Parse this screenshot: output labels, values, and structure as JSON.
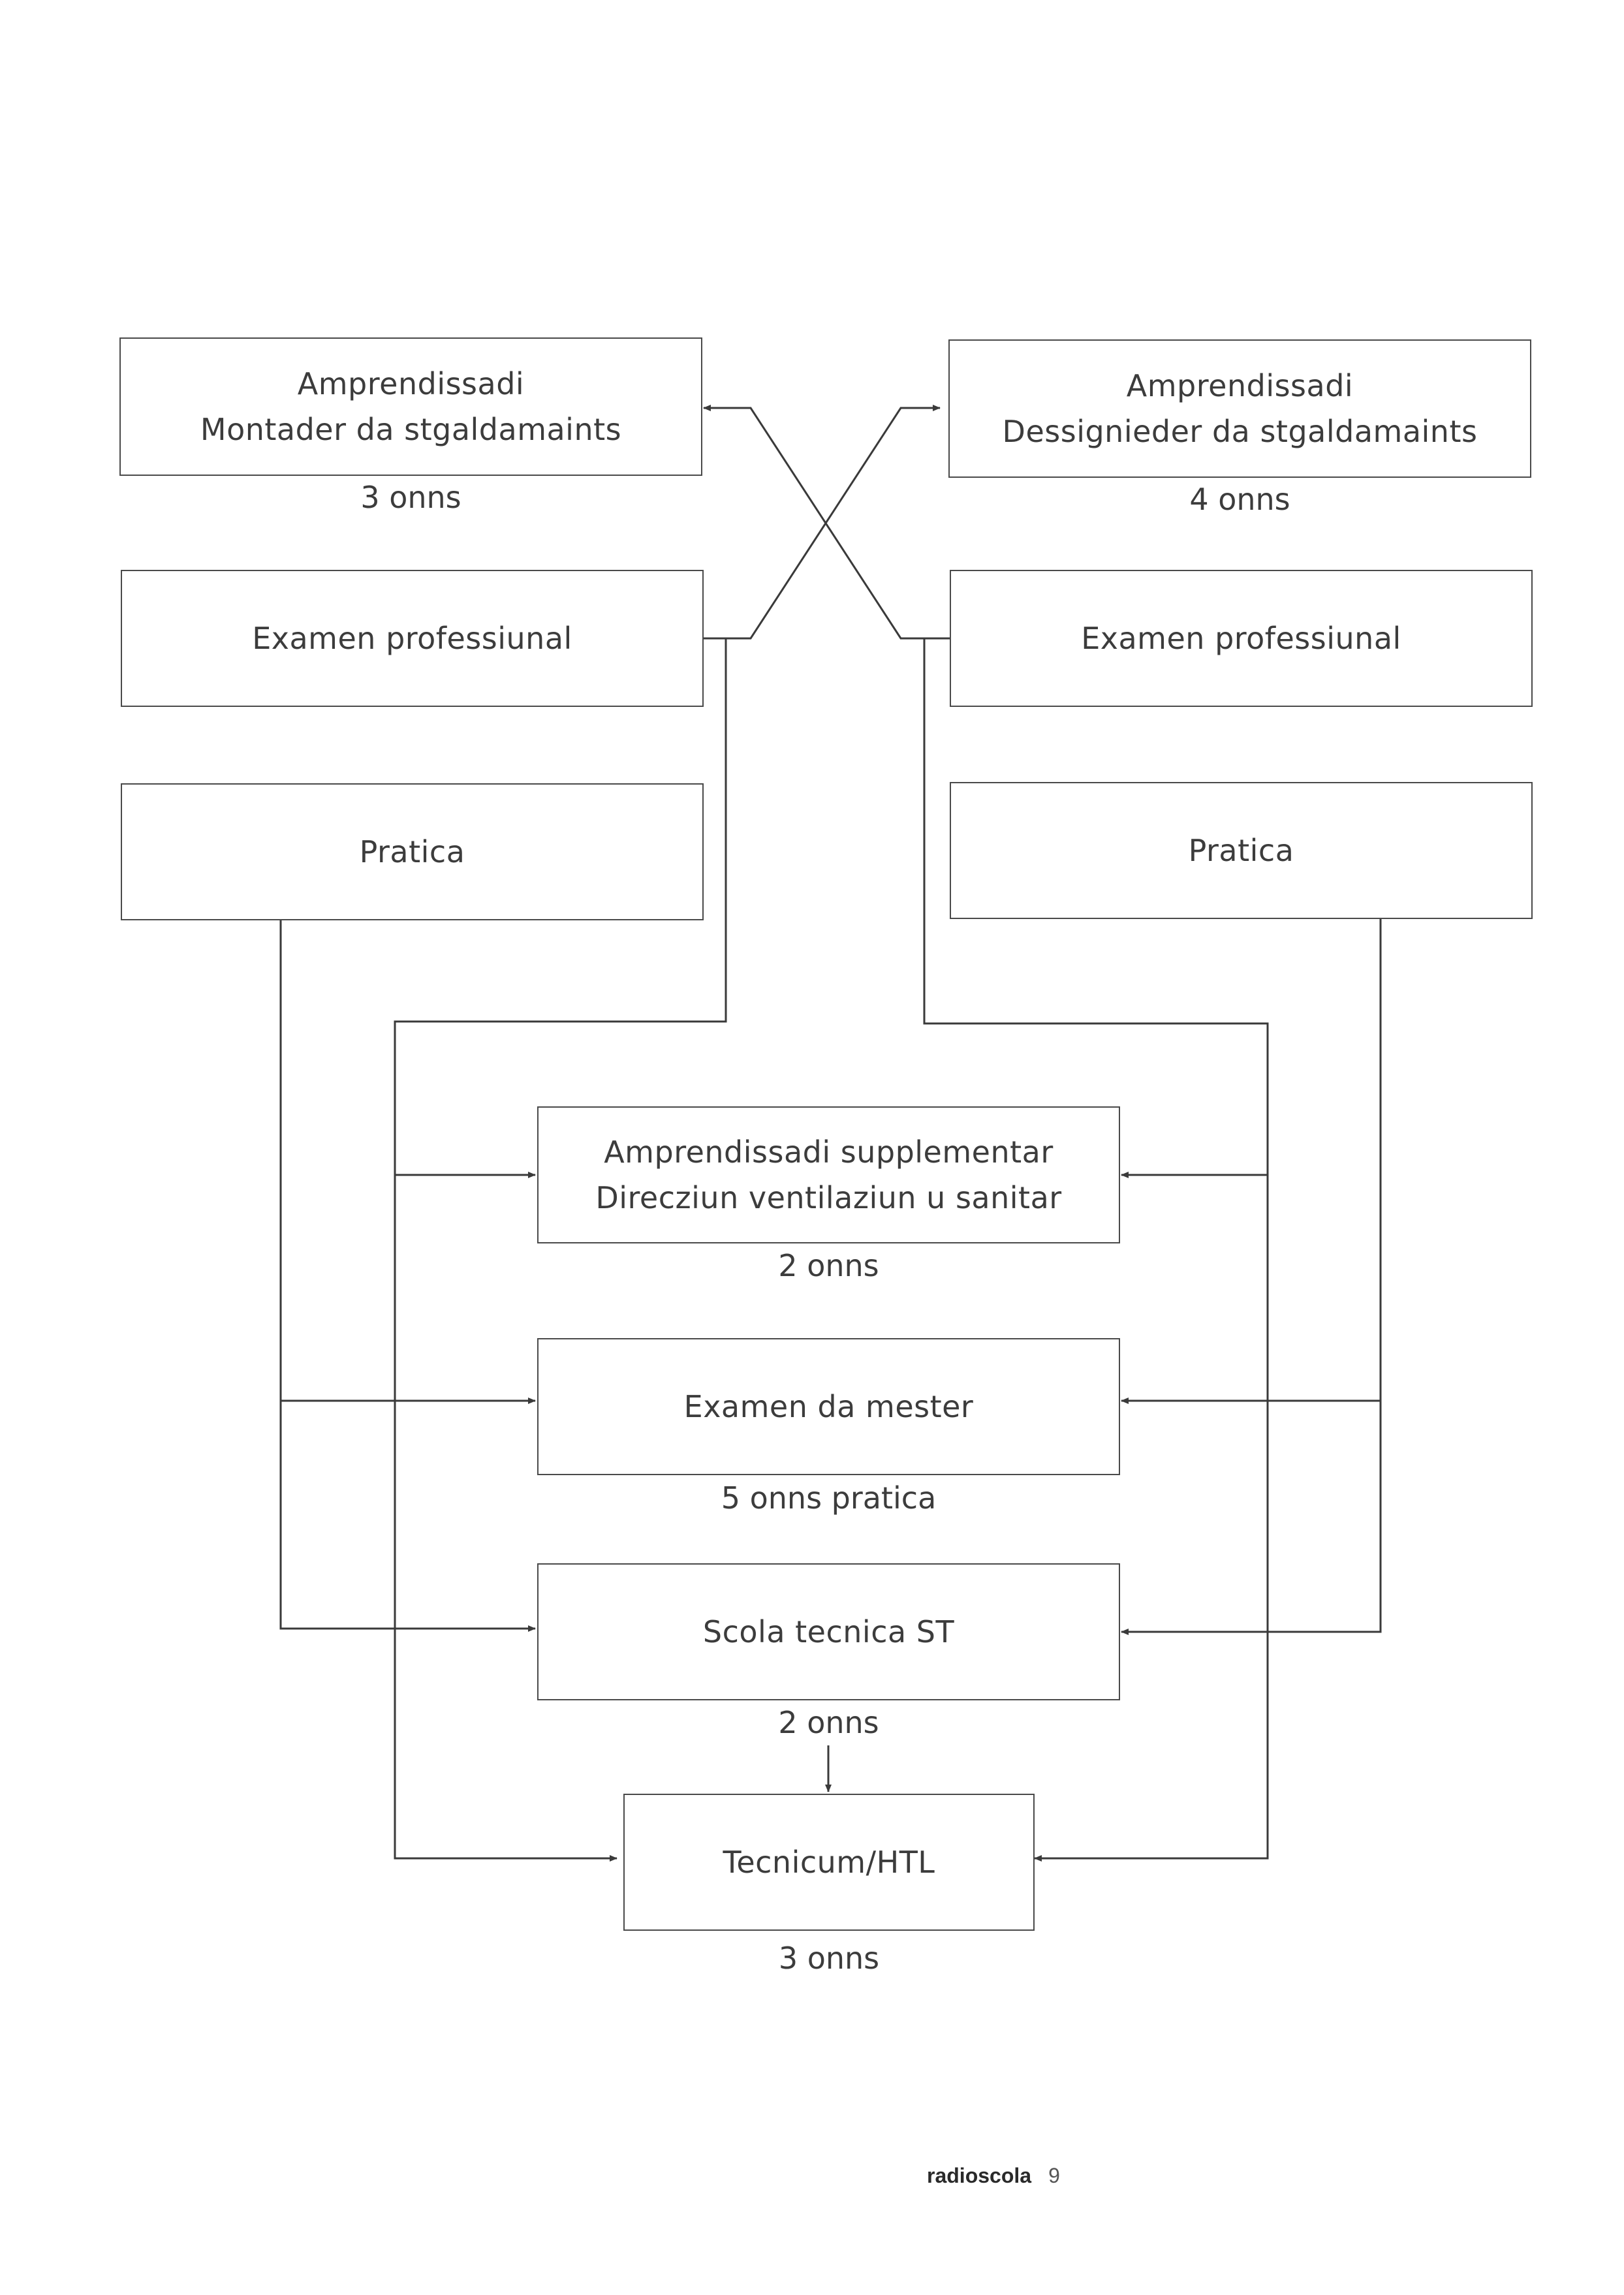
{
  "nodes": {
    "apprentice_montader": {
      "line1": "Amprendissadi",
      "line2": "Montader da stgaldamaints",
      "duration": "3 onns"
    },
    "apprentice_dessignieder": {
      "line1": "Amprendissadi",
      "line2": "Dessignieder da stgaldamaints",
      "duration": "4 onns"
    },
    "exam_left": {
      "label": "Examen professiunal"
    },
    "exam_right": {
      "label": "Examen professiunal"
    },
    "practice_left": {
      "label": "Pratica"
    },
    "practice_right": {
      "label": "Pratica"
    },
    "supplementary": {
      "line1": "Amprendissadi supplementar",
      "line2": "Direcziun ventilaziun u sanitar",
      "duration": "2 onns"
    },
    "master_exam": {
      "label": "Examen da mester",
      "duration": "5 onns pratica"
    },
    "technical_school": {
      "label": "Scola tecnica ST",
      "duration": "2 onns"
    },
    "tecnicum": {
      "label": "Tecnicum/HTL",
      "duration": "3 onns"
    }
  },
  "footer": {
    "brand": "radioscola",
    "page": "9"
  }
}
